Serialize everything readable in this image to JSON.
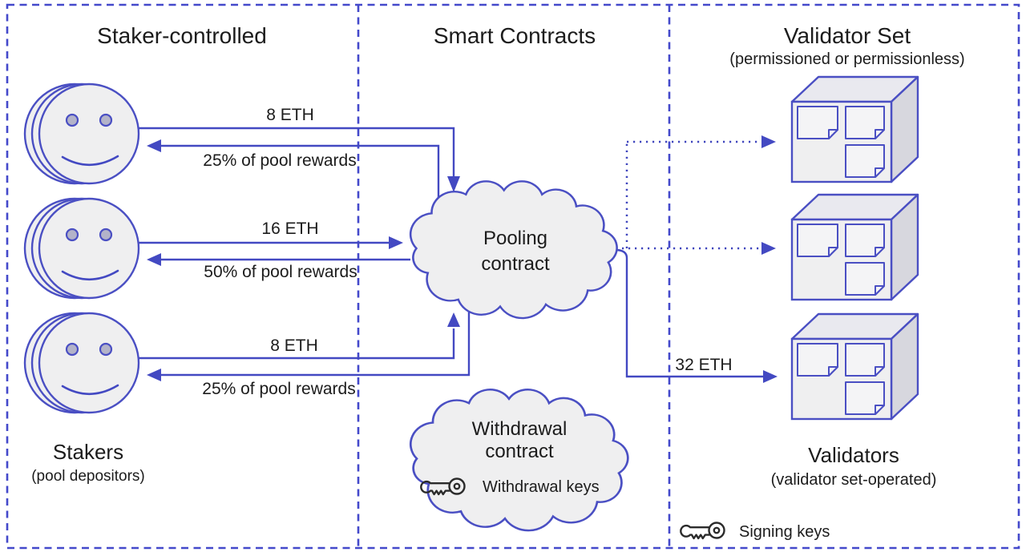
{
  "columns": {
    "staker": {
      "title": "Staker-controlled"
    },
    "contracts": {
      "title": "Smart Contracts"
    },
    "validator": {
      "title": "Validator Set",
      "subtitle": "(permissioned or permissionless)"
    }
  },
  "stakers": {
    "label": "Stakers",
    "sublabel": "(pool depositors)"
  },
  "flows": [
    {
      "deposit": "8 ETH",
      "reward": "25% of pool rewards"
    },
    {
      "deposit": "16 ETH",
      "reward": "50% of pool rewards"
    },
    {
      "deposit": "8 ETH",
      "reward": "25% of pool rewards"
    }
  ],
  "pooling": {
    "line1": "Pooling",
    "line2": "contract"
  },
  "withdrawal": {
    "line1": "Withdrawal",
    "line2": "contract",
    "keys_label": "Withdrawal keys"
  },
  "stake_flow": {
    "label": "32 ETH"
  },
  "validators": {
    "label": "Validators",
    "sublabel": "(validator set-operated)"
  },
  "signing": {
    "label": "Signing keys"
  },
  "icons": {
    "withdrawal_key": "key-icon",
    "signing_key": "key-icon",
    "staker": "smiley-stack-icon",
    "validator": "cube-with-documents-icon",
    "contract": "cloud-icon"
  },
  "colors": {
    "accent_blue": "#4349c2",
    "dashed_border_blue": "#4449cb",
    "fill_light_gray": "#efeff0",
    "cube_top_gray": "#e9e9ef",
    "cube_side_gray": "#d7d7de",
    "eye_lavender": "#b3b3c9",
    "text_dark": "#1c1c1c",
    "key_black": "#2b2b2b"
  }
}
